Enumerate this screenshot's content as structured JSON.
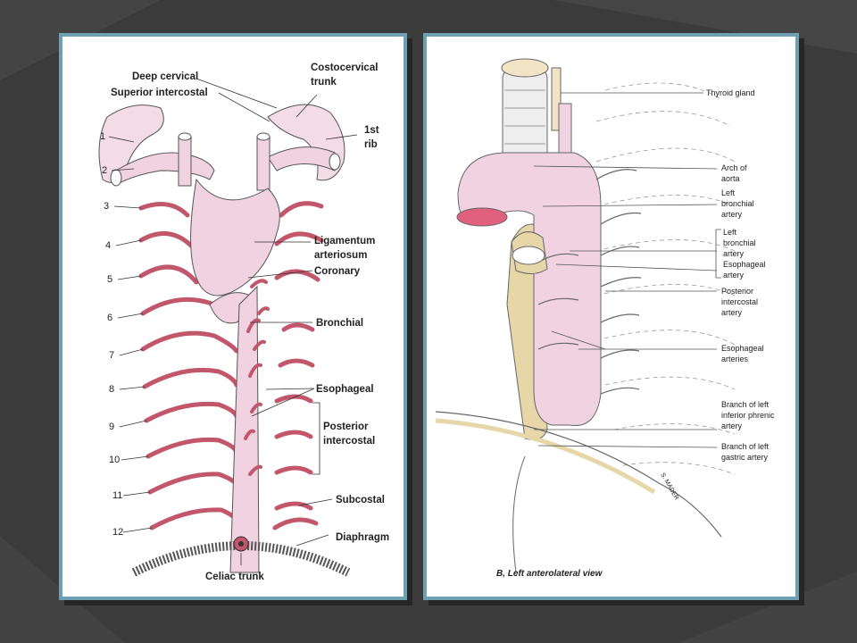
{
  "colors": {
    "background": "#3b3b3b",
    "panel_border": "#6f9fb2",
    "artery": "#c2566b",
    "aorta": "#f1d2e0",
    "esophagus": "#e6d6a8"
  },
  "left_diagram": {
    "labels": {
      "deep_cervical": "Deep cervical",
      "superior_intercostal": "Superior intercostal",
      "costocervical": "Costocervical",
      "trunk": "trunk",
      "first": "1st",
      "rib": "rib",
      "ligamentum": "Ligamentum",
      "arteriosum": "arteriosum",
      "coronary": "Coronary",
      "bronchial": "Bronchial",
      "esophageal": "Esophageal",
      "posterior": "Posterior",
      "intercostal": "intercostal",
      "subcostal": "Subcostal",
      "diaphragm": "Diaphragm",
      "celiac_trunk": "Celiac trunk"
    },
    "rib_numbers": [
      "1",
      "2",
      "3",
      "4",
      "5",
      "6",
      "7",
      "8",
      "9",
      "10",
      "11",
      "12"
    ]
  },
  "right_diagram": {
    "labels": {
      "thyroid_gland": "Thyroid gland",
      "arch_1": "Arch of",
      "arch_2": "aorta",
      "lb1_1": "Left",
      "lb1_2": "bronchial",
      "lb1_3": "artery",
      "lb2_1": "Left",
      "lb2_2": "bronchial",
      "lb2_3": "artery",
      "eso1_1": "Esophageal",
      "eso1_2": "artery",
      "pia_1": "Posterior",
      "pia_2": "intercostal",
      "pia_3": "artery",
      "eso2_1": "Esophageal",
      "eso2_2": "arteries",
      "phren_1": "Branch of left",
      "phren_2": "inferior phrenic",
      "phren_3": "artery",
      "gastric_1": "Branch of left",
      "gastric_2": "gastric artery",
      "signature": "S. MADER"
    },
    "caption": "B, Left anterolateral view"
  }
}
